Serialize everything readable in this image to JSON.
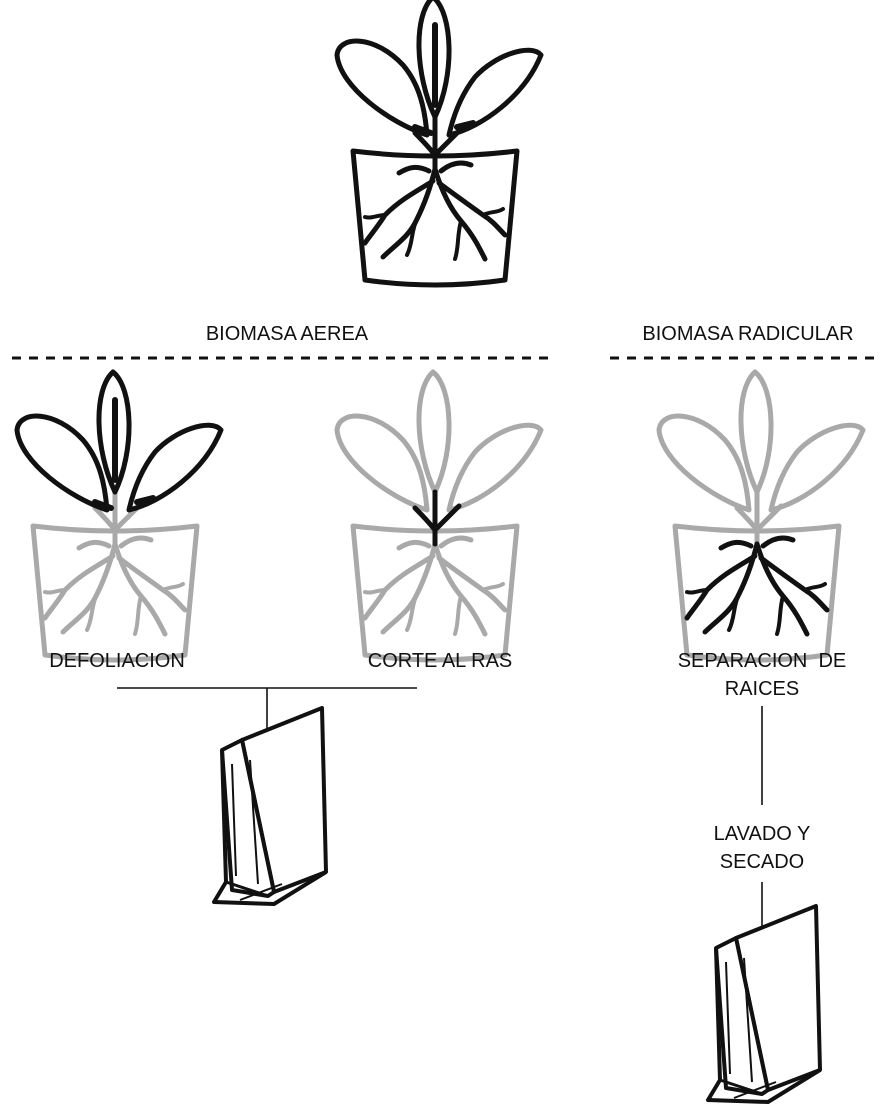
{
  "sections": {
    "aerial": "BIOMASA AEREA",
    "root": "BIOMASA RADICULAR"
  },
  "steps": {
    "defoliation": "DEFOLIACION",
    "cut": "CORTE AL RAS",
    "root_sep_line1": "SEPARACION  DE",
    "root_sep_line2": "RAICES",
    "wash_line1": "LAVADO Y",
    "wash_line2": "SECADO"
  },
  "colors": {
    "ink": "#111111",
    "faded": "#a9a9a9"
  }
}
